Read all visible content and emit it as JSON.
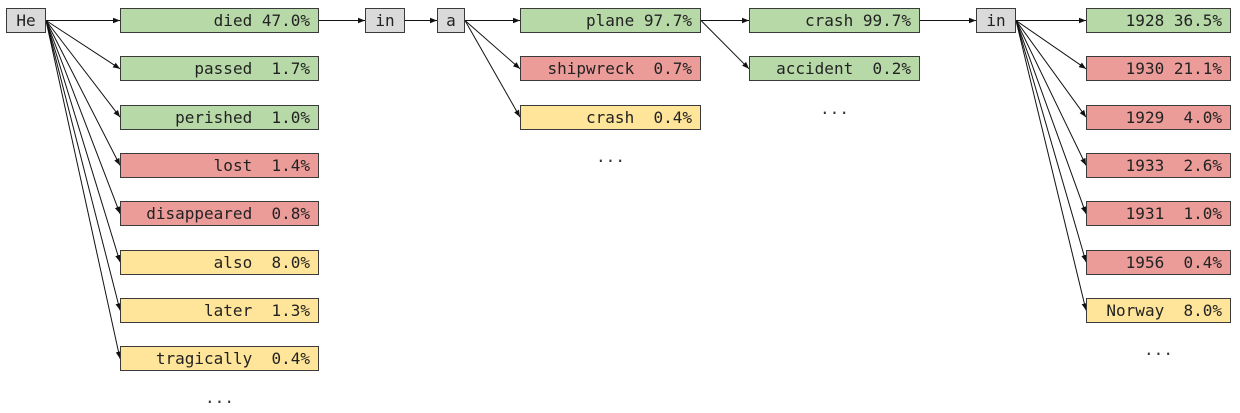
{
  "colors": {
    "green": "#b7d9a8",
    "red": "#eb9c99",
    "yellow": "#ffe599",
    "gray": "#dadada"
  },
  "prefix_tokens": [
    "He",
    "in",
    "a",
    "in"
  ],
  "columns": [
    {
      "source": "He",
      "candidates": [
        {
          "label": "died 47.0%",
          "status": "green"
        },
        {
          "label": "passed  1.7%",
          "status": "green"
        },
        {
          "label": "perished  1.0%",
          "status": "green"
        },
        {
          "label": "lost  1.4%",
          "status": "red"
        },
        {
          "label": "disappeared  0.8%",
          "status": "red"
        },
        {
          "label": "also  8.0%",
          "status": "yellow"
        },
        {
          "label": "later  1.3%",
          "status": "yellow"
        },
        {
          "label": "tragically  0.4%",
          "status": "yellow"
        }
      ],
      "more": "..."
    },
    {
      "source": "a",
      "candidates": [
        {
          "label": "plane 97.7%",
          "status": "green"
        },
        {
          "label": "shipwreck  0.7%",
          "status": "red"
        },
        {
          "label": "crash  0.4%",
          "status": "yellow"
        }
      ],
      "more": "..."
    },
    {
      "source": "plane",
      "candidates": [
        {
          "label": "crash 99.7%",
          "status": "green"
        },
        {
          "label": "accident  0.2%",
          "status": "green"
        }
      ],
      "more": "..."
    },
    {
      "source": "in",
      "candidates": [
        {
          "label": "1928 36.5%",
          "status": "green"
        },
        {
          "label": "1930 21.1%",
          "status": "red"
        },
        {
          "label": "1929  4.0%",
          "status": "red"
        },
        {
          "label": "1933  2.6%",
          "status": "red"
        },
        {
          "label": "1931  1.0%",
          "status": "red"
        },
        {
          "label": "1956  0.4%",
          "status": "red"
        },
        {
          "label": "Norway  8.0%",
          "status": "yellow"
        }
      ],
      "more": "..."
    }
  ]
}
